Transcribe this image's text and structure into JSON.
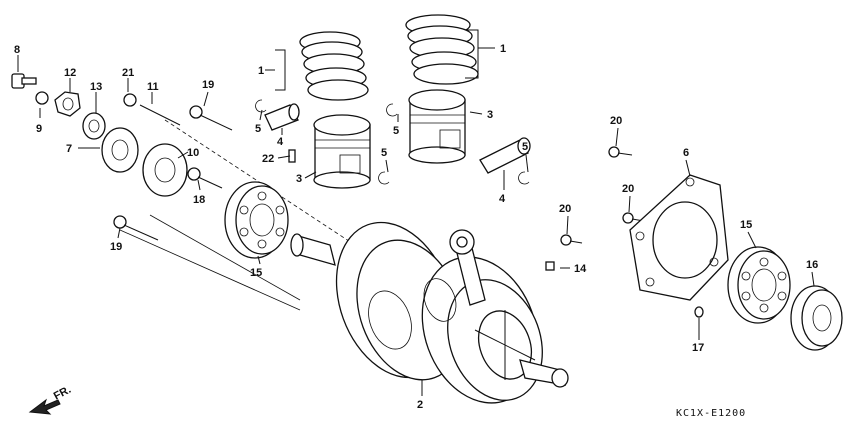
{
  "diagram": {
    "labels": {
      "p1a": "1",
      "p1b": "1",
      "p2": "2",
      "p3a": "3",
      "p3b": "3",
      "p4a": "4",
      "p4b": "4",
      "p5a": "5",
      "p5b": "5",
      "p5c": "5",
      "p5d": "5",
      "p6": "6",
      "p7": "7",
      "p8": "8",
      "p9": "9",
      "p10": "10",
      "p11": "11",
      "p12": "12",
      "p13": "13",
      "p14": "14",
      "p15a": "15",
      "p15b": "15",
      "p16": "16",
      "p17": "17",
      "p18": "18",
      "p19a": "19",
      "p19b": "19",
      "p20a": "20",
      "p20b": "20",
      "p20c": "20",
      "p21": "21",
      "p22": "22"
    },
    "direction_label": "FR.",
    "diagram_code": "KC1X-E1200"
  }
}
